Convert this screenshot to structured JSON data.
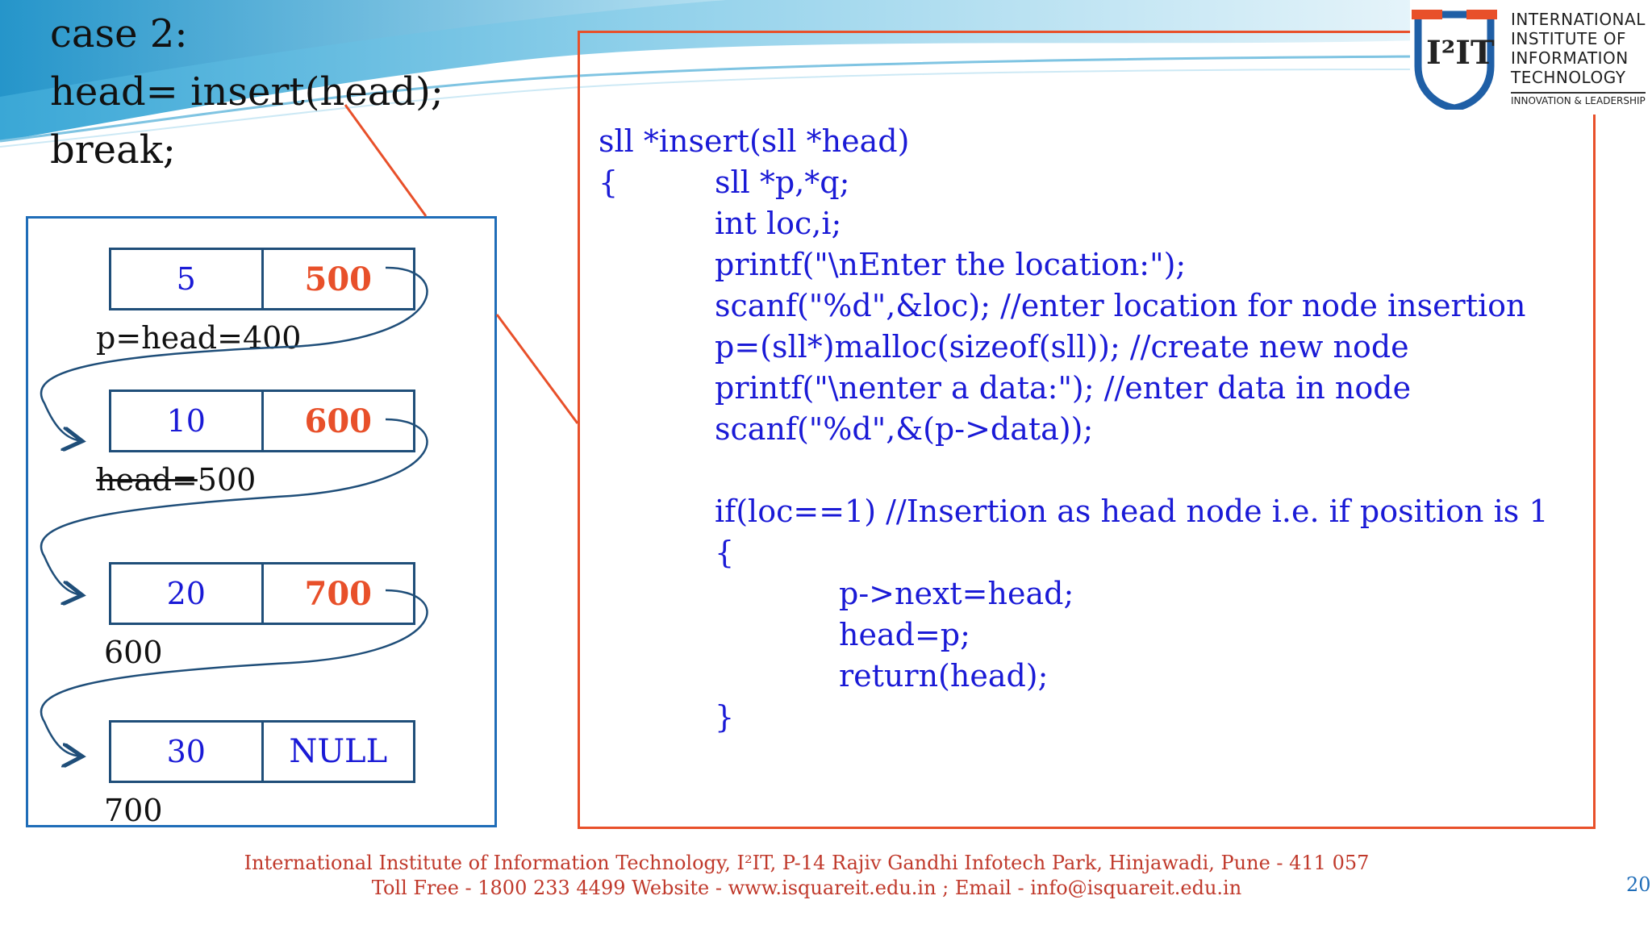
{
  "slide": {
    "case_lines": [
      "case 2:",
      "head= insert(head);",
      "break;"
    ],
    "code_lines": [
      "sll *insert(sll *head)",
      "{",
      "sll *p,*q;",
      "int loc,i;",
      "printf(\"\\nEnter the location:\");",
      "scanf(\"%d\",&loc); //enter location for node insertion",
      "p=(sll*)malloc(sizeof(sll)); //create new node",
      "printf(\"\\nenter a data:\"); //enter data in node",
      "scanf(\"%d\",&(p->data));",
      "if(loc==1) //Insertion as head node i.e. if position is 1",
      "{",
      "p->next=head;",
      "head=p;",
      "return(head);",
      "}"
    ],
    "nodes": [
      {
        "data": "5",
        "next": "500"
      },
      {
        "data": "10",
        "next": "600"
      },
      {
        "data": "20",
        "next": "700"
      },
      {
        "data": "30",
        "next": "NULL"
      }
    ],
    "addresses": {
      "node1": "p=head=400",
      "node2_struck": "head=",
      "node2_value": "500",
      "node3": "600",
      "node4": "700"
    },
    "logo": {
      "mark": "I²IT",
      "lines": [
        "INTERNATIONAL",
        "INSTITUTE OF",
        "INFORMATION",
        "TECHNOLOGY"
      ],
      "tagline": "INNOVATION & LEADERSHIP"
    },
    "footer": {
      "line1": "International Institute of Information Technology, I²IT, P-14 Rajiv Gandhi Infotech Park, Hinjawadi, Pune - 411 057",
      "line2": "Toll Free - 1800 233 4499 Website - www.isquareit.edu.in ; Email - info@isquareit.edu.in"
    },
    "page_number": "20",
    "colors": {
      "code_blue": "#1a1ad6",
      "accent_orange": "#e8502a",
      "box_blue": "#1f6db8",
      "footer_red": "#c0392b"
    }
  }
}
